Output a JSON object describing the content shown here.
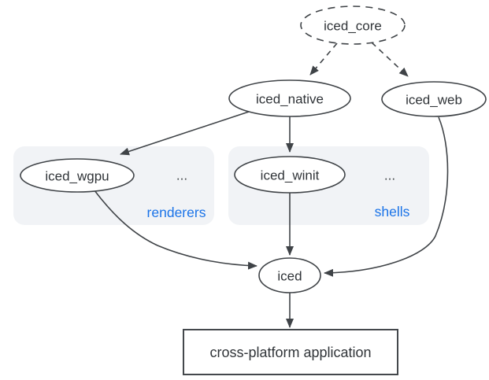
{
  "diagram": {
    "nodes": {
      "iced_core": "iced_core",
      "iced_native": "iced_native",
      "iced_web": "iced_web",
      "iced_wgpu": "iced_wgpu",
      "iced_winit": "iced_winit",
      "iced": "iced",
      "application": "cross-platform application"
    },
    "groups": {
      "renderers": {
        "label": "renderers",
        "ellipsis": "..."
      },
      "shells": {
        "label": "shells",
        "ellipsis": "..."
      }
    },
    "colors": {
      "background": "#ffffff",
      "line": "#3f4347",
      "text": "#303438",
      "node_fill": "#ffffff",
      "group_bg": "#f1f3f6",
      "group_label": "#1a73e8"
    }
  }
}
